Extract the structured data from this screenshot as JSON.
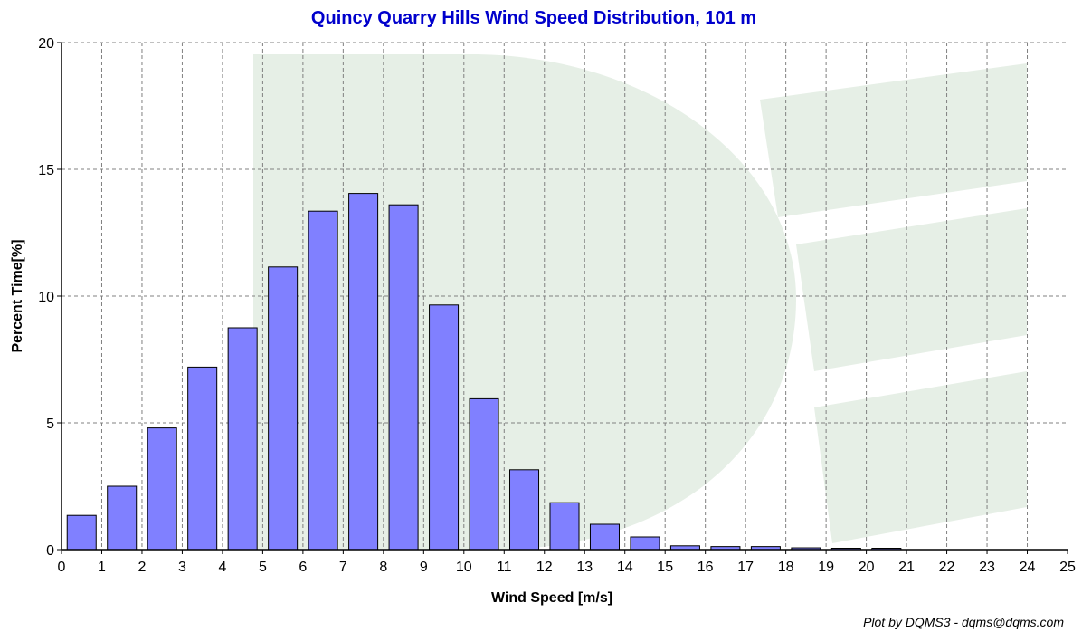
{
  "colors": {
    "title": "#0000cc",
    "bar_fill": "#8080ff",
    "bar_stroke": "#000000",
    "grid": "#808080",
    "watermark": "#e6efe6"
  },
  "credit": "Plot by DQMS3 - dqms@dqms.com",
  "chart_data": {
    "type": "bar",
    "title": "Quincy Quarry Hills Wind Speed Distribution, 101 m",
    "xlabel": "Wind Speed [m/s]",
    "ylabel": "Percent Time[%]",
    "xlim": [
      0,
      25
    ],
    "ylim": [
      0,
      20
    ],
    "x_ticks": [
      "0",
      "1",
      "2",
      "3",
      "4",
      "5",
      "6",
      "7",
      "8",
      "9",
      "10",
      "11",
      "12",
      "13",
      "14",
      "15",
      "16",
      "17",
      "18",
      "19",
      "20",
      "21",
      "22",
      "23",
      "24",
      "25"
    ],
    "y_ticks": [
      "0",
      "5",
      "10",
      "15",
      "20"
    ],
    "grid": true,
    "categories": [
      "0-1",
      "1-2",
      "2-3",
      "3-4",
      "4-5",
      "5-6",
      "6-7",
      "7-8",
      "8-9",
      "9-10",
      "10-11",
      "11-12",
      "12-13",
      "13-14",
      "14-15",
      "15-16",
      "16-17",
      "17-18",
      "18-19",
      "19-20",
      "20-21",
      "21-22",
      "22-23",
      "23-24",
      "24-25"
    ],
    "bin_start": [
      0,
      1,
      2,
      3,
      4,
      5,
      6,
      7,
      8,
      9,
      10,
      11,
      12,
      13,
      14,
      15,
      16,
      17,
      18,
      19,
      20,
      21,
      22,
      23,
      24
    ],
    "values": [
      1.35,
      2.5,
      4.8,
      7.2,
      8.75,
      11.15,
      13.35,
      14.05,
      13.6,
      9.65,
      5.95,
      3.15,
      1.85,
      1.0,
      0.5,
      0.15,
      0.12,
      0.12,
      0.07,
      0.02,
      0.01,
      0.0,
      0.0,
      0.0,
      0.0
    ]
  }
}
